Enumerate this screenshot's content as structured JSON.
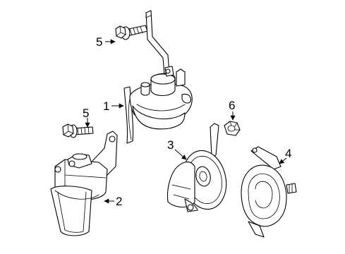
{
  "callouts": {
    "c1": "1",
    "c2": "2",
    "c3": "3",
    "c4": "4",
    "c5_top": "5",
    "c5_left": "5",
    "c6": "6"
  },
  "parts": {
    "horn_assembly_upper": "horn-with-bracket",
    "horn_assembly_lower": "horn-with-bracket",
    "horn_3": "horn",
    "horn_4": "horn",
    "bolt_upper": "bolt",
    "bolt_lower": "bolt",
    "nut": "nut"
  },
  "colors": {
    "line": "#000000",
    "background": "#ffffff"
  }
}
